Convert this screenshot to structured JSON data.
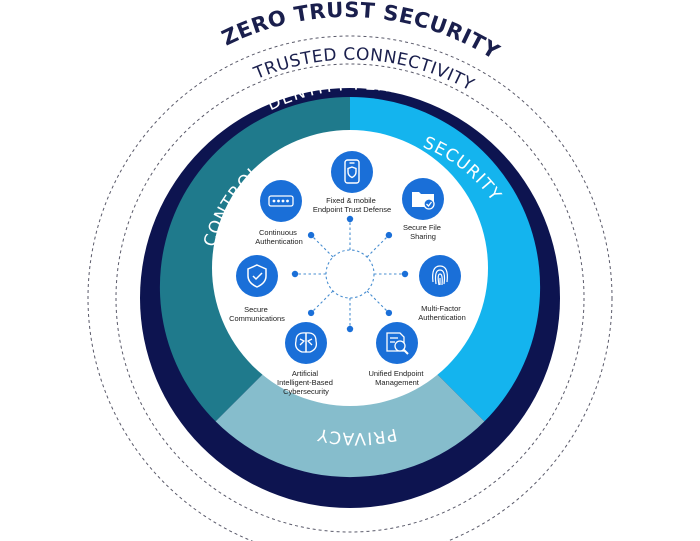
{
  "titles": {
    "outer": "ZERO TRUST SECURITY",
    "middle": "TRUSTED CONNECTIVITY",
    "perimeter": "IDENTITY PERIMETER",
    "control": "CONTROL",
    "security": "SECURITY",
    "privacy": "PRIVACY"
  },
  "colors": {
    "navy": "#0d1450",
    "teal": "#1f7a8c",
    "cyan": "#14b4ee",
    "light_blue": "#86bdcc",
    "icon_blue": "#1a6fd8",
    "dots": "#1a6fd8",
    "dashes": "#4a8fd1"
  },
  "nodes": [
    {
      "id": "fixed-mobile",
      "icon": "mobile-shield-icon",
      "label": [
        "Fixed & mobile",
        "Endpoint Trust Defense"
      ]
    },
    {
      "id": "secure-file",
      "icon": "folder-check-icon",
      "label": [
        "Secure File",
        "Sharing"
      ]
    },
    {
      "id": "mfa",
      "icon": "fingerprint-icon",
      "label": [
        "Multi-Factor",
        "Authentication"
      ]
    },
    {
      "id": "uem",
      "icon": "document-search-icon",
      "label": [
        "Unified Endpoint",
        "Management"
      ]
    },
    {
      "id": "ai",
      "icon": "brain-icon",
      "label": [
        "Artificial",
        "Intelligent-Based",
        "Cybersecurity"
      ]
    },
    {
      "id": "secure-comm",
      "icon": "shield-check-icon",
      "label": [
        "Secure",
        "Communications"
      ]
    },
    {
      "id": "continuous-auth",
      "icon": "password-dots-icon",
      "label": [
        "Continuous",
        "Authentication"
      ]
    }
  ]
}
